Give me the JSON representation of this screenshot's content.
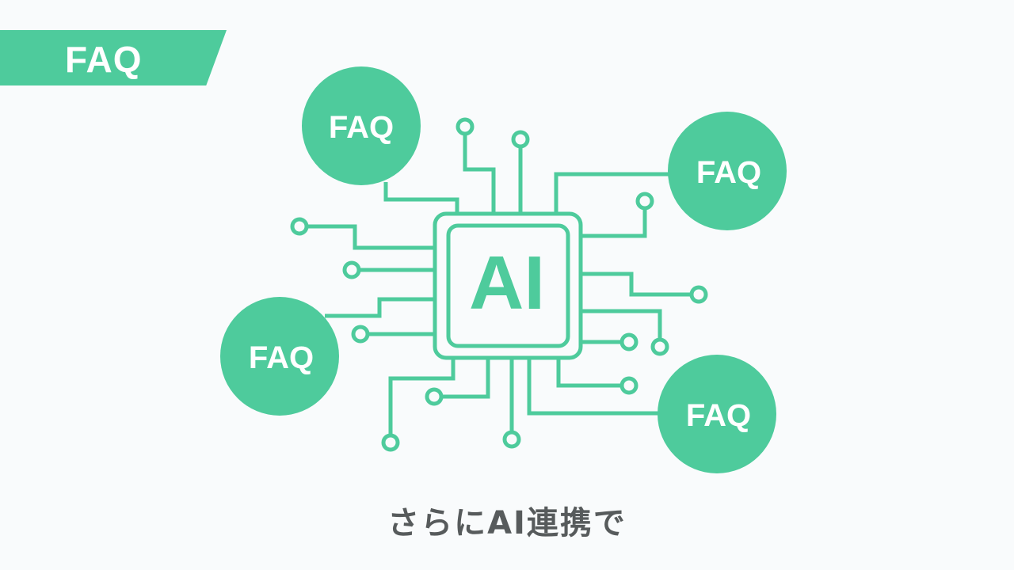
{
  "header": {
    "banner_label": "FAQ"
  },
  "diagram": {
    "chip_label": "AI",
    "nodes": [
      {
        "label": "FAQ",
        "position": "top-left"
      },
      {
        "label": "FAQ",
        "position": "top-right"
      },
      {
        "label": "FAQ",
        "position": "bottom-left"
      },
      {
        "label": "FAQ",
        "position": "bottom-right"
      }
    ]
  },
  "caption": "さらにAI連携で",
  "colors": {
    "accent": "#4ecb9c",
    "background": "#f9fbfc",
    "caption_text": "#575b5c",
    "label_text": "#ffffff"
  }
}
